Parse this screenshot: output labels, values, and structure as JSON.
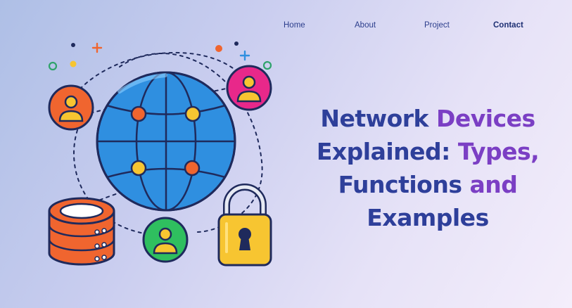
{
  "nav": {
    "items": [
      {
        "label": "Home"
      },
      {
        "label": "About"
      },
      {
        "label": "Project"
      },
      {
        "label": "Contact"
      }
    ],
    "active": "Contact"
  },
  "hero": {
    "line1_blue": "Network ",
    "line1_purple": "Devices",
    "line2_blue": "Explained: ",
    "line2_purple": "Types,",
    "line3_blue": "Functions ",
    "line3_purple": "and",
    "line4_blue": "Examples"
  },
  "illustration": {
    "icons": [
      "globe-icon",
      "user-icon",
      "user-icon",
      "user-icon",
      "database-icon",
      "padlock-icon"
    ],
    "colors": {
      "globe": "#2f8fe0",
      "user_orange": "#f0652f",
      "user_pink": "#e8288a",
      "user_green": "#2fbf5f",
      "database": "#f0652f",
      "padlock": "#f7c531",
      "outline": "#1f2a5c"
    }
  }
}
